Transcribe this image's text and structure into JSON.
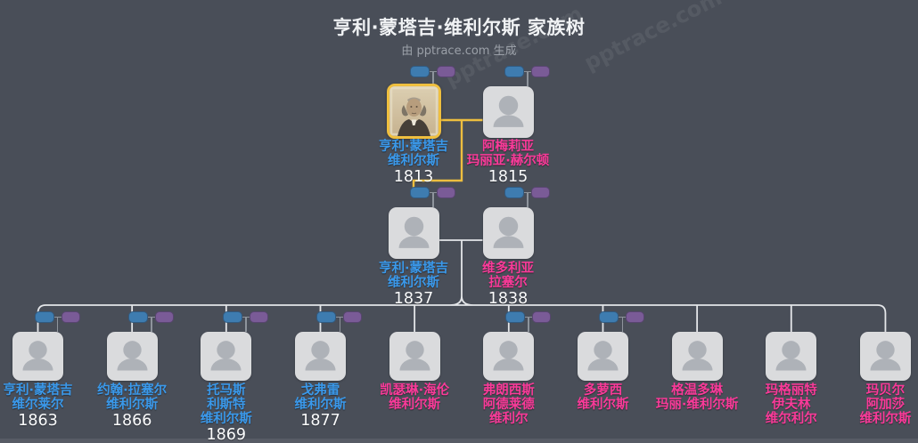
{
  "header": {
    "title": "亨利·蒙塔吉·维利尔斯 家族树",
    "subtitle": "由 pptrace.com 生成"
  },
  "watermark": {
    "text": "pptrace.com"
  },
  "colors": {
    "background": "#494E58",
    "card": "#DADBDD",
    "avatar": "#AEB2B8",
    "male_name": "#3A99EB",
    "female_name": "#FA3A99",
    "year_text": "#FAFBFC",
    "line": "#E4E6E9",
    "line_dim": "#8E949C",
    "highlight_line": "#EDBE3F",
    "father_pill": "#3E7CB0",
    "mother_pill": "#7A5B97",
    "photo_border": "#EFBF3F"
  },
  "tree": {
    "gen1": [
      {
        "name_lines": [
          "亨利·蒙塔吉",
          "维利尔斯"
        ],
        "year": "1813",
        "gender": "male",
        "photo": true,
        "parent_pills": true
      },
      {
        "name_lines": [
          "阿梅莉亚",
          "玛丽亚·赫尔顿"
        ],
        "year": "1815",
        "gender": "female",
        "photo": false,
        "parent_pills": true
      }
    ],
    "gen2": [
      {
        "name_lines": [
          "亨利·蒙塔吉",
          "维利尔斯"
        ],
        "year": "1837",
        "gender": "male",
        "photo": false,
        "parent_pills": true
      },
      {
        "name_lines": [
          "维多利亚",
          "拉塞尔"
        ],
        "year": "1838",
        "gender": "female",
        "photo": false,
        "parent_pills": true
      }
    ],
    "children": [
      {
        "name_lines": [
          "亨利·蒙塔吉",
          "维尔莱尔"
        ],
        "year": "1863",
        "gender": "male",
        "parent_pills": true
      },
      {
        "name_lines": [
          "约翰·拉塞尔",
          "维利尔斯"
        ],
        "year": "1866",
        "gender": "male",
        "parent_pills": true
      },
      {
        "name_lines": [
          "托马斯",
          "利斯特",
          "维利尔斯"
        ],
        "year": "1869",
        "gender": "male",
        "parent_pills": true
      },
      {
        "name_lines": [
          "戈弗雷",
          "维利尔斯"
        ],
        "year": "1877",
        "gender": "male",
        "parent_pills": true
      },
      {
        "name_lines": [
          "凯瑟琳·海伦",
          "维利尔斯"
        ],
        "year": "",
        "gender": "female",
        "parent_pills": false
      },
      {
        "name_lines": [
          "弗朗西斯",
          "阿德莱德",
          "维利尔"
        ],
        "year": "",
        "gender": "female",
        "parent_pills": true
      },
      {
        "name_lines": [
          "多萝西",
          "维利尔斯"
        ],
        "year": "",
        "gender": "female",
        "parent_pills": true
      },
      {
        "name_lines": [
          "格温多琳",
          "玛丽·维利尔斯"
        ],
        "year": "",
        "gender": "female",
        "parent_pills": false
      },
      {
        "name_lines": [
          "玛格丽特",
          "伊夫林",
          "维尔利尔"
        ],
        "year": "",
        "gender": "female",
        "parent_pills": false
      },
      {
        "name_lines": [
          "玛贝尔",
          "阿加莎",
          "维利尔斯"
        ],
        "year": "",
        "gender": "female",
        "parent_pills": false
      }
    ]
  }
}
